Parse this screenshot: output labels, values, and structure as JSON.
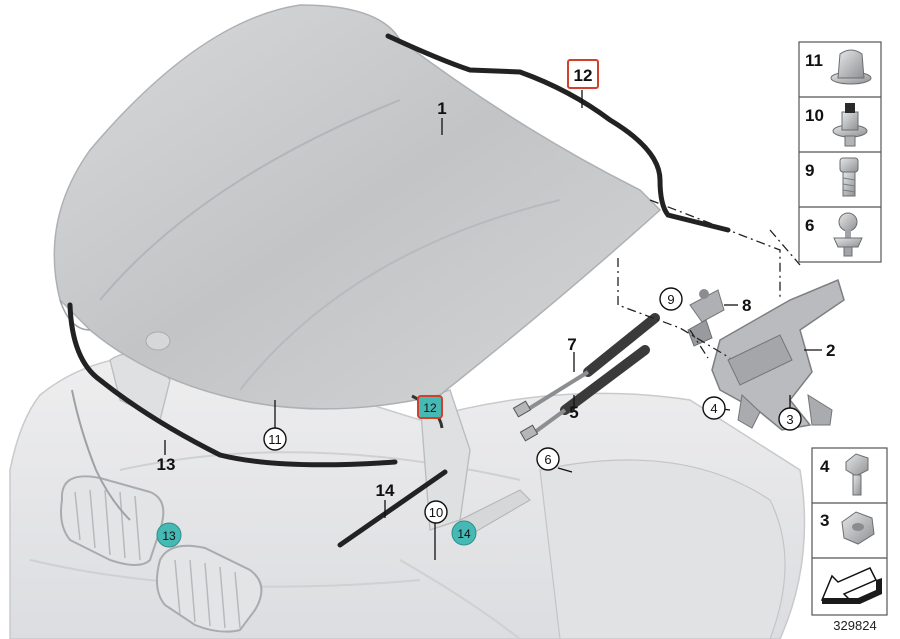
{
  "diagram": {
    "callouts": {
      "hood": "1",
      "hinge_right": "2",
      "nut_3": "3",
      "screw_4": "4",
      "strut_5": "5",
      "ball_stud_6": "6",
      "strut_7": "7",
      "hinge_part_8": "8",
      "bolt_9": "9",
      "clip_10": "10",
      "rivet_11": "11",
      "seal_12_top": "12",
      "seal_12_small": "12",
      "seal_13": "13",
      "seal_13_small": "13",
      "seal_14": "14",
      "seal_14_small": "14"
    },
    "parts_panel_top": [
      "11",
      "10",
      "9",
      "6"
    ],
    "parts_panel_bottom": [
      "4",
      "3"
    ],
    "document_number": "329824"
  },
  "colors": {
    "hood_fill": "#c8cacc",
    "car_body": "#e9eaeb",
    "line": "#1a1a1a",
    "highlight_box": "#d0402a",
    "teal_badge": "#46b9b4"
  }
}
